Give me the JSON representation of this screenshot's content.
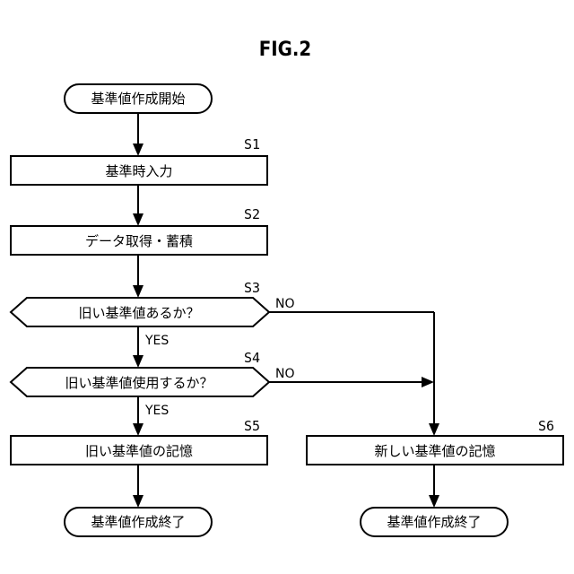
{
  "figure": {
    "title": "FIG.2"
  },
  "nodes": {
    "start": "基準値作成開始",
    "s1": "基準時入力",
    "s2": "データ取得・蓄積",
    "s3": "旧い基準値あるか？",
    "s4": "旧い基準値使用するか？",
    "s5": "旧い基準値の記憶",
    "s6": "新しい基準値の記憶",
    "end_left": "基準値作成終了",
    "end_right": "基準値作成終了"
  },
  "step_labels": {
    "s1": "S1",
    "s2": "S2",
    "s3": "S3",
    "s4": "S4",
    "s5": "S5",
    "s6": "S6"
  },
  "branch_labels": {
    "s3_no": "NO",
    "s3_yes": "YES",
    "s4_no": "NO",
    "s4_yes": "YES"
  }
}
